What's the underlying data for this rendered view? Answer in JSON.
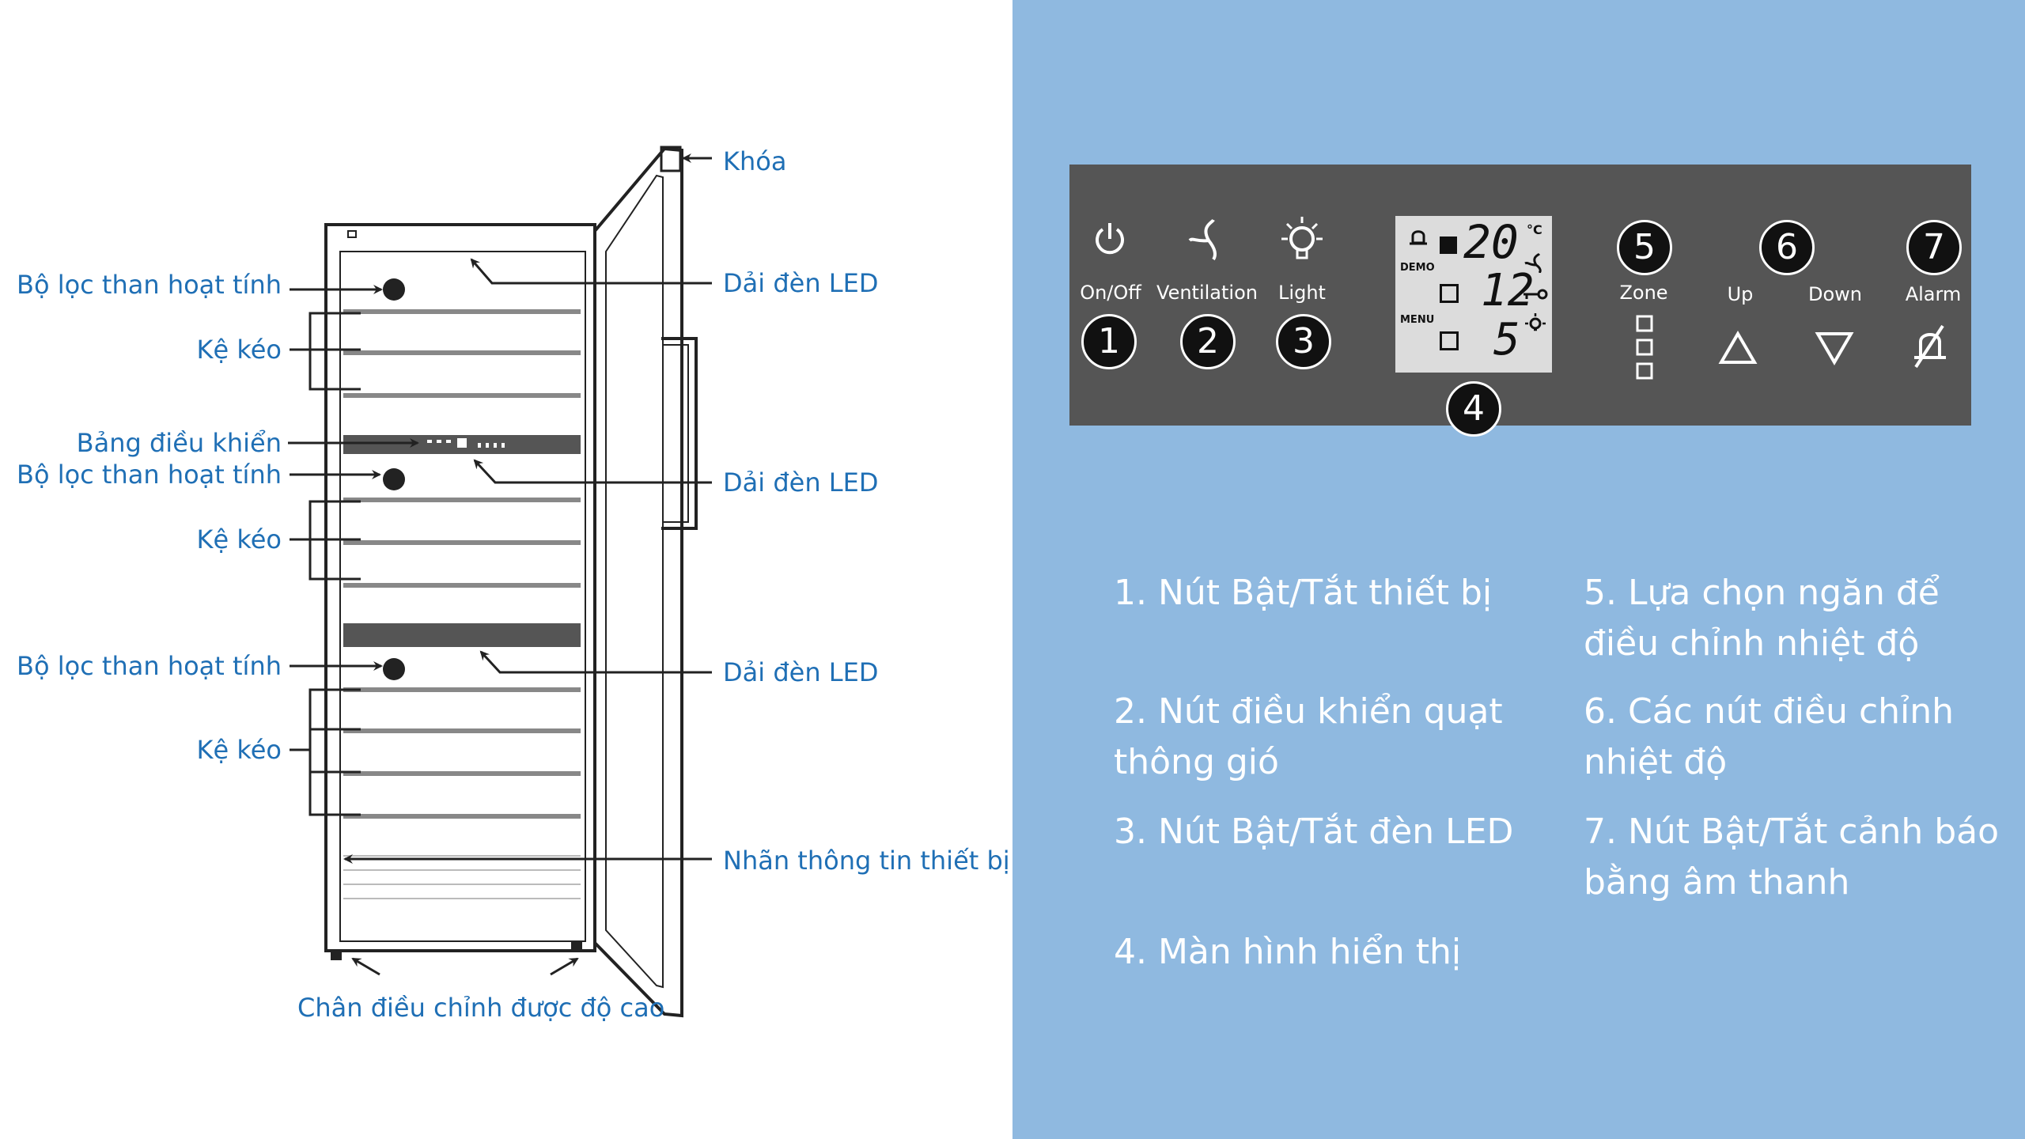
{
  "labels": {
    "lock": "Khóa",
    "led_1": "Dải đèn LED",
    "led_2": "Dải đèn LED",
    "led_3": "Dải đèn LED",
    "carbon_filter_1": "Bộ lọc than hoạt tính",
    "carbon_filter_2": "Bộ lọc than hoạt tính",
    "carbon_filter_3": "Bộ lọc than hoạt tính",
    "shelf_1": "Kệ kéo",
    "shelf_2": "Kệ kéo",
    "shelf_3": "Kệ kéo",
    "control_panel": "Bảng điều khiển",
    "info_label": "Nhãn thông tin thiết bị",
    "feet": "Chân điều chỉnh được độ cao"
  },
  "panel": {
    "buttons": [
      {
        "num": "1",
        "caption": "On/Off",
        "icon": "power-icon"
      },
      {
        "num": "2",
        "caption": "Ventilation",
        "icon": "fan-icon"
      },
      {
        "num": "3",
        "caption": "Light",
        "icon": "bulb-icon"
      },
      {
        "num": "5",
        "caption": "Zone",
        "icon": "zone-icon"
      },
      {
        "num": "6",
        "caption_up": "Up",
        "caption_down": "Down",
        "icon_up": "triangle-up-icon",
        "icon_down": "triangle-down-icon"
      },
      {
        "num": "7",
        "caption": "Alarm",
        "icon": "alarm-off-icon"
      }
    ],
    "display": {
      "num": "4",
      "temp_1": "20",
      "temp_2": "12",
      "temp_3": "5",
      "unit": "°C",
      "demo_label": "DEMO",
      "menu_label": "MENU"
    }
  },
  "descriptions": {
    "d1": "1.  Nút Bật/Tắt thiết bị",
    "d2_line1": "2. Nút điều khiển quạt",
    "d2_line2": "thông gió",
    "d3": "3. Nút Bật/Tắt đèn LED",
    "d4": "4. Màn hình hiển thị",
    "d5_line1": "5. Lựa chọn ngăn để",
    "d5_line2": "điều chỉnh nhiệt độ",
    "d6_line1": "6. Các nút điều chỉnh",
    "d6_line2": "nhiệt độ",
    "d7_line1": "7. Nút Bật/Tắt cảnh báo",
    "d7_line2": "bằng âm thanh"
  },
  "colors": {
    "label_blue": "#1f6fb5",
    "right_bg": "#8fb9e0",
    "panel_bg": "#555555",
    "lcd_bg": "#dcdcdc"
  }
}
